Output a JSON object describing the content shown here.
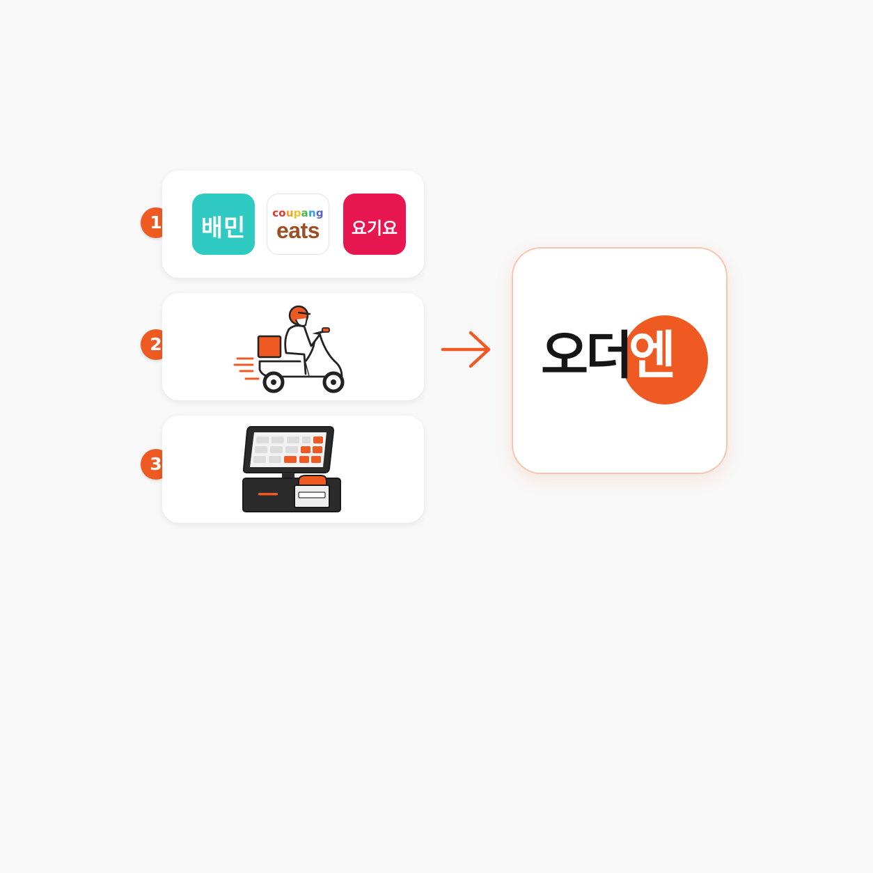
{
  "steps": [
    {
      "number": "1"
    },
    {
      "number": "2"
    },
    {
      "number": "3"
    }
  ],
  "delivery_apps": {
    "baemin": {
      "label": "배민",
      "color": "#2fcbc2"
    },
    "coupang_eats": {
      "small_label": "coupang",
      "big_label": "eats",
      "letter_colors": [
        "#e2352b",
        "#e2352b",
        "#f59d1d",
        "#f5c31d",
        "#49b84c",
        "#2aa6dd",
        "#5d62c8"
      ],
      "big_color": "#9a4f24"
    },
    "yogiyo": {
      "label": "요기요",
      "color": "#e8164f"
    }
  },
  "icons": {
    "step2": "delivery-scooter-icon",
    "step3": "pos-terminal-icon",
    "connector": "arrow-right-icon"
  },
  "brand": {
    "text_dark": "오더",
    "text_highlight": "엔",
    "accent_color": "#ee5a22"
  }
}
